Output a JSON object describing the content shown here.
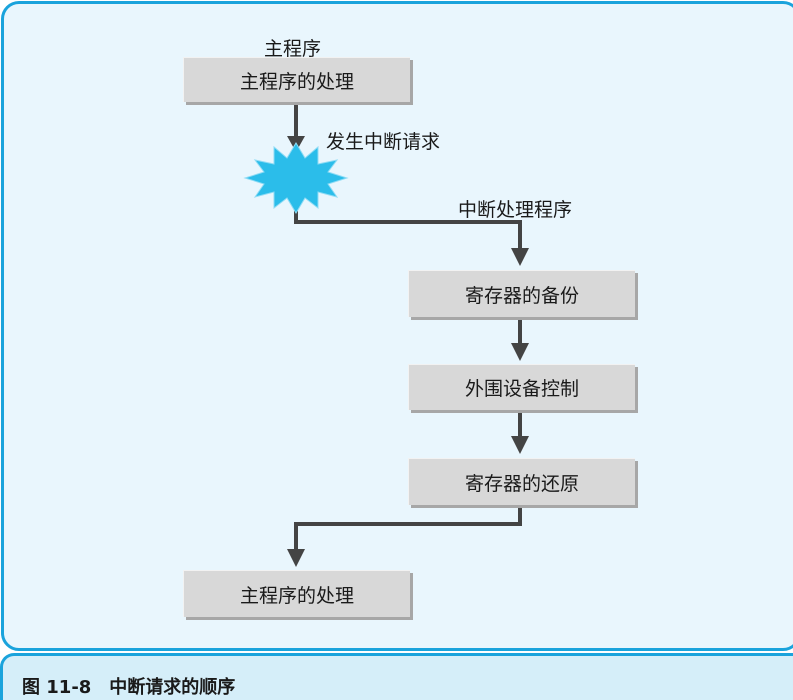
{
  "diagram": {
    "main_program_label": "主程序",
    "main_process_top": "主程序的处理",
    "interrupt_request_label": "发生中断请求",
    "interrupt_handler_label": "中断处理程序",
    "steps": [
      "寄存器的备份",
      "外围设备控制",
      "寄存器的还原"
    ],
    "main_process_bottom": "主程序的处理"
  },
  "caption": "图 11-8　中断请求的顺序",
  "colors": {
    "frame_border": "#1aa3dc",
    "panel_fill": "#e9f6fd",
    "caption_fill": "#d5eef9",
    "box_fill": "#d8d8d8",
    "box_shadow": "#a7a7a7",
    "burst_fill": "#2bbdea",
    "arrow": "#444444"
  },
  "icons": {
    "burst": "interrupt-burst-icon"
  }
}
